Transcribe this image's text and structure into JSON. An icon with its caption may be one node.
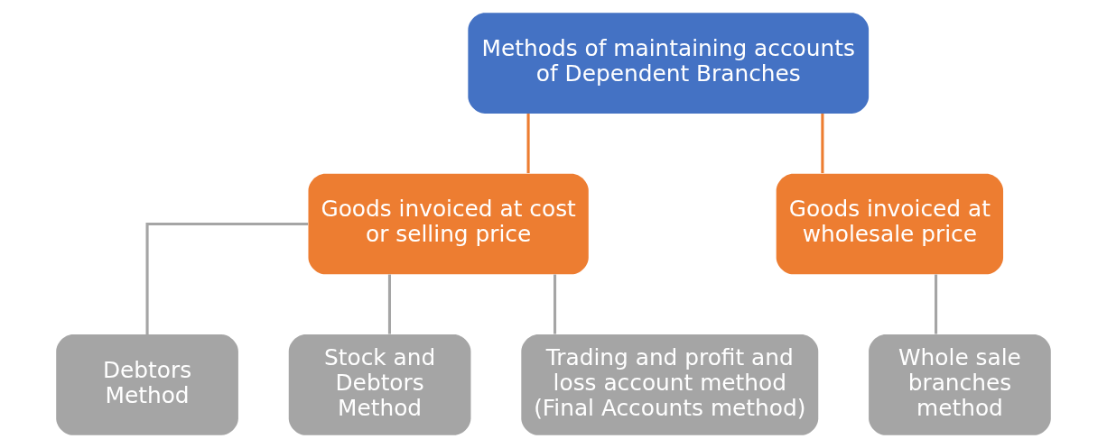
{
  "diagram": {
    "nodes": [
      {
        "text": [
          "Methods of maintaining accounts of Dependent Branches"
        ]
      },
      {
        "text": [
          "Goods invoiced at cost or selling price"
        ]
      },
      {
        "text": [
          "Goods invoiced at wholesale price"
        ]
      },
      {
        "text": [
          "Debtors Method"
        ]
      },
      {
        "text": [
          "Stock and Debtors Method"
        ]
      },
      {
        "text": [
          "Trading and profit and loss account method (Final Accounts method)"
        ]
      },
      {
        "text": [
          "Whole sale branches method"
        ]
      }
    ],
    "edges": [
      {
        "from": 0,
        "to": 1,
        "arrow": "none",
        "color": "#ed7d31"
      },
      {
        "from": 0,
        "to": 2,
        "arrow": "none",
        "color": "#ed7d31"
      },
      {
        "from": 1,
        "to": 3,
        "arrow": "none"
      },
      {
        "from": 1,
        "to": 4,
        "arrow": "none"
      },
      {
        "from": 1,
        "to": 5,
        "arrow": "none"
      },
      {
        "from": 2,
        "to": 6,
        "arrow": "none"
      }
    ]
  }
}
